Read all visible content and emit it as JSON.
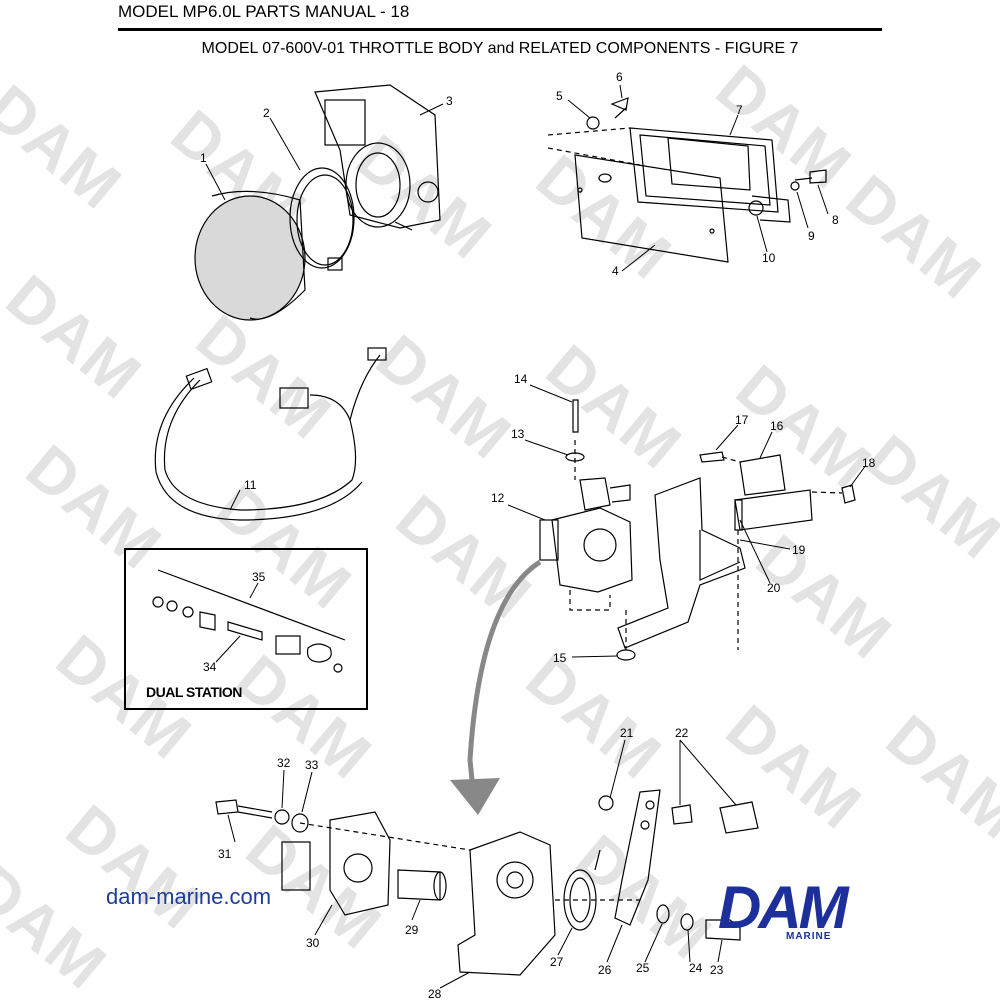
{
  "header": {
    "manual_title": "MODEL MP6.0L PARTS MANUAL - 18",
    "figure_title": "MODEL 07-600V-01 THROTTLE BODY and RELATED COMPONENTS - FIGURE 7"
  },
  "watermark": {
    "text": "DAM"
  },
  "callouts": {
    "c1": "1",
    "c2": "2",
    "c3": "3",
    "c4": "4",
    "c5": "5",
    "c6": "6",
    "c7": "7",
    "c8": "8",
    "c9": "9",
    "c10": "10",
    "c11": "11",
    "c12": "12",
    "c13": "13",
    "c14": "14",
    "c15": "15",
    "c16": "16",
    "c17": "17",
    "c18": "18",
    "c19": "19",
    "c20": "20",
    "c21": "21",
    "c22": "22",
    "c23": "23",
    "c24": "24",
    "c25": "25",
    "c26": "26",
    "c27": "27",
    "c28": "28",
    "c29": "29",
    "c30": "30",
    "c31": "31",
    "c32": "32",
    "c33": "33",
    "c34": "34",
    "c35": "35"
  },
  "inset": {
    "label": "DUAL STATION"
  },
  "footer": {
    "website": "dam-marine.com",
    "logo_text": "DAM",
    "logo_subtext": "MARINE"
  },
  "colors": {
    "brand_blue": "#1d2f9a",
    "link_blue": "#1f3d99",
    "watermark_gray": "#e3e3e3"
  }
}
